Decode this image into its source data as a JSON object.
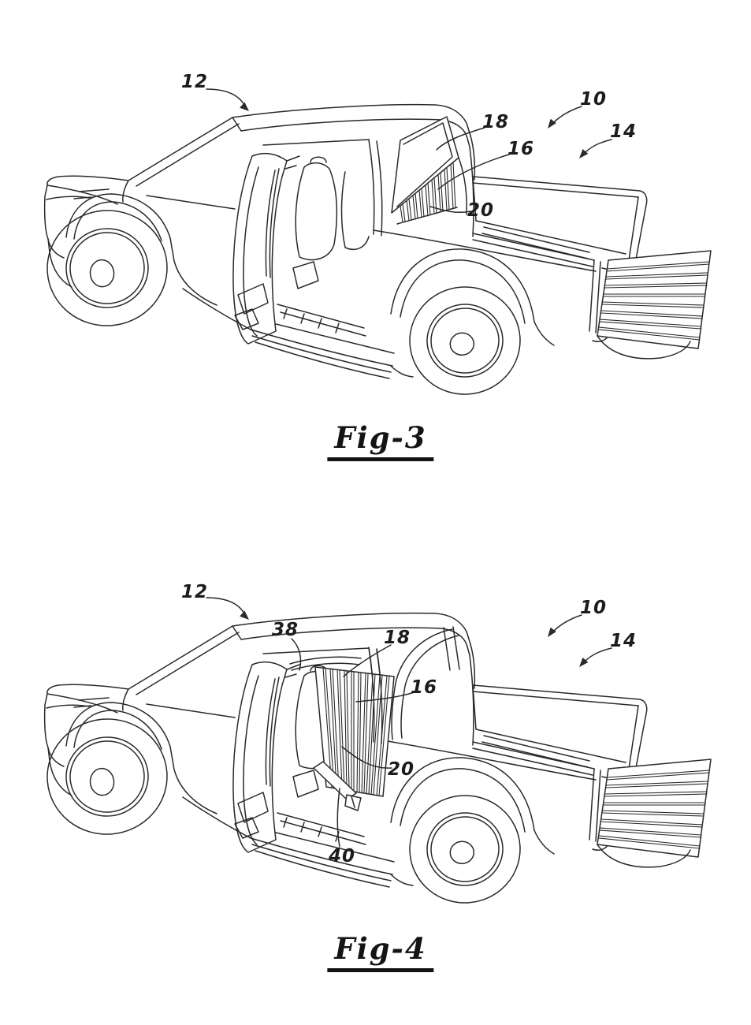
{
  "page": {
    "background": "#ffffff",
    "ink": "#2a2a2a",
    "description": "Patent line drawings of a pickup truck with open door, roll-up cab partition and slatted bed floor extension"
  },
  "figure3": {
    "caption": "Fig-3",
    "refs": {
      "r12": "12",
      "r18": "18",
      "r16": "16",
      "r20": "20",
      "r10": "10",
      "r14": "14"
    }
  },
  "figure4": {
    "caption": "Fig-4",
    "refs": {
      "r12": "12",
      "r38": "38",
      "r18": "18",
      "r16": "16",
      "r20": "20",
      "r40": "40",
      "r10": "10",
      "r14": "14"
    }
  }
}
